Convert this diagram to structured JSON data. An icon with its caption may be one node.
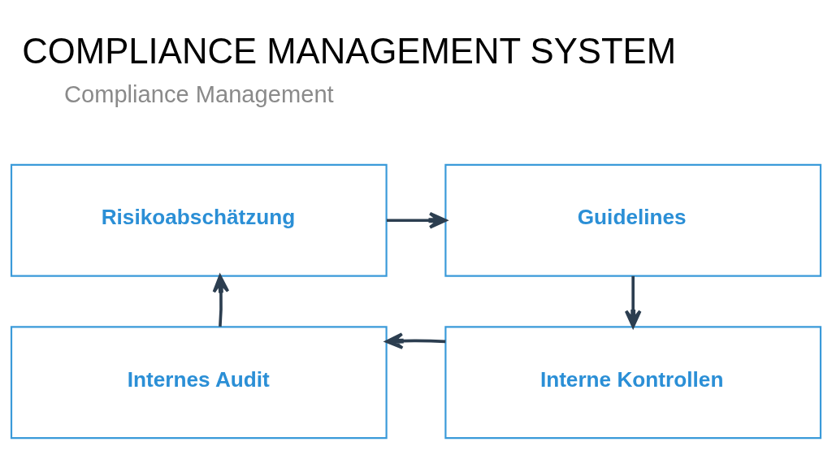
{
  "diagram": {
    "title": "COMPLIANCE MANAGEMENT SYSTEM",
    "nodes": [
      {
        "text": [
          "Risikoabschätzung"
        ]
      },
      {
        "text": [
          "Guidelines"
        ]
      },
      {
        "text": [
          "Internes Audit"
        ]
      },
      {
        "text": [
          "Interne Kontrollen"
        ]
      }
    ],
    "edges": [
      {
        "from": 0,
        "to": 1,
        "arrow": "to"
      },
      {
        "from": 1,
        "to": 3,
        "arrow": "to"
      },
      {
        "from": 3,
        "to": 2,
        "arrow": "to"
      },
      {
        "from": 2,
        "to": 0,
        "arrow": "to"
      }
    ],
    "labels": [
      "Compliance Management"
    ]
  }
}
